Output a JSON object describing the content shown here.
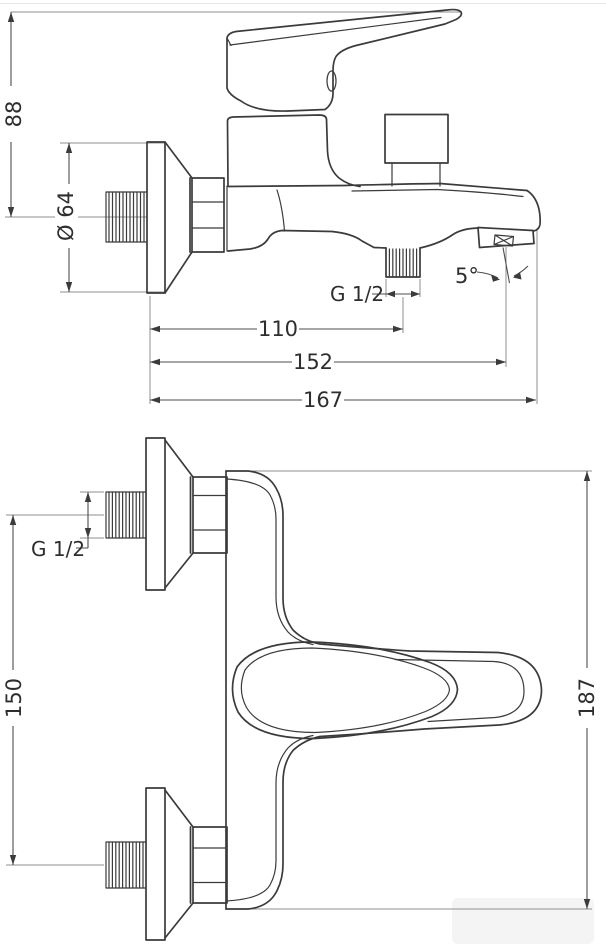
{
  "title": "Wall-mounted bath mixer tap technical drawing, two projection views",
  "front_view": {
    "dims": {
      "height": "88",
      "flange_diameter": "Ø 64",
      "shower_outlet_thread": "G 1/2",
      "spout_angle": "5°",
      "to_shower_outlet": "110",
      "to_spout_outlet": "152",
      "total_depth": "167"
    }
  },
  "plan_view": {
    "dims": {
      "wall_thread": "G 1/2",
      "connection_spacing": "150",
      "total_width": "187"
    }
  },
  "colors": {
    "line": "#3b3b3b",
    "dimension": "#4d4d4d",
    "extension": "#8f8f8f",
    "text": "#2e2e2e",
    "background": "#ffffff"
  }
}
